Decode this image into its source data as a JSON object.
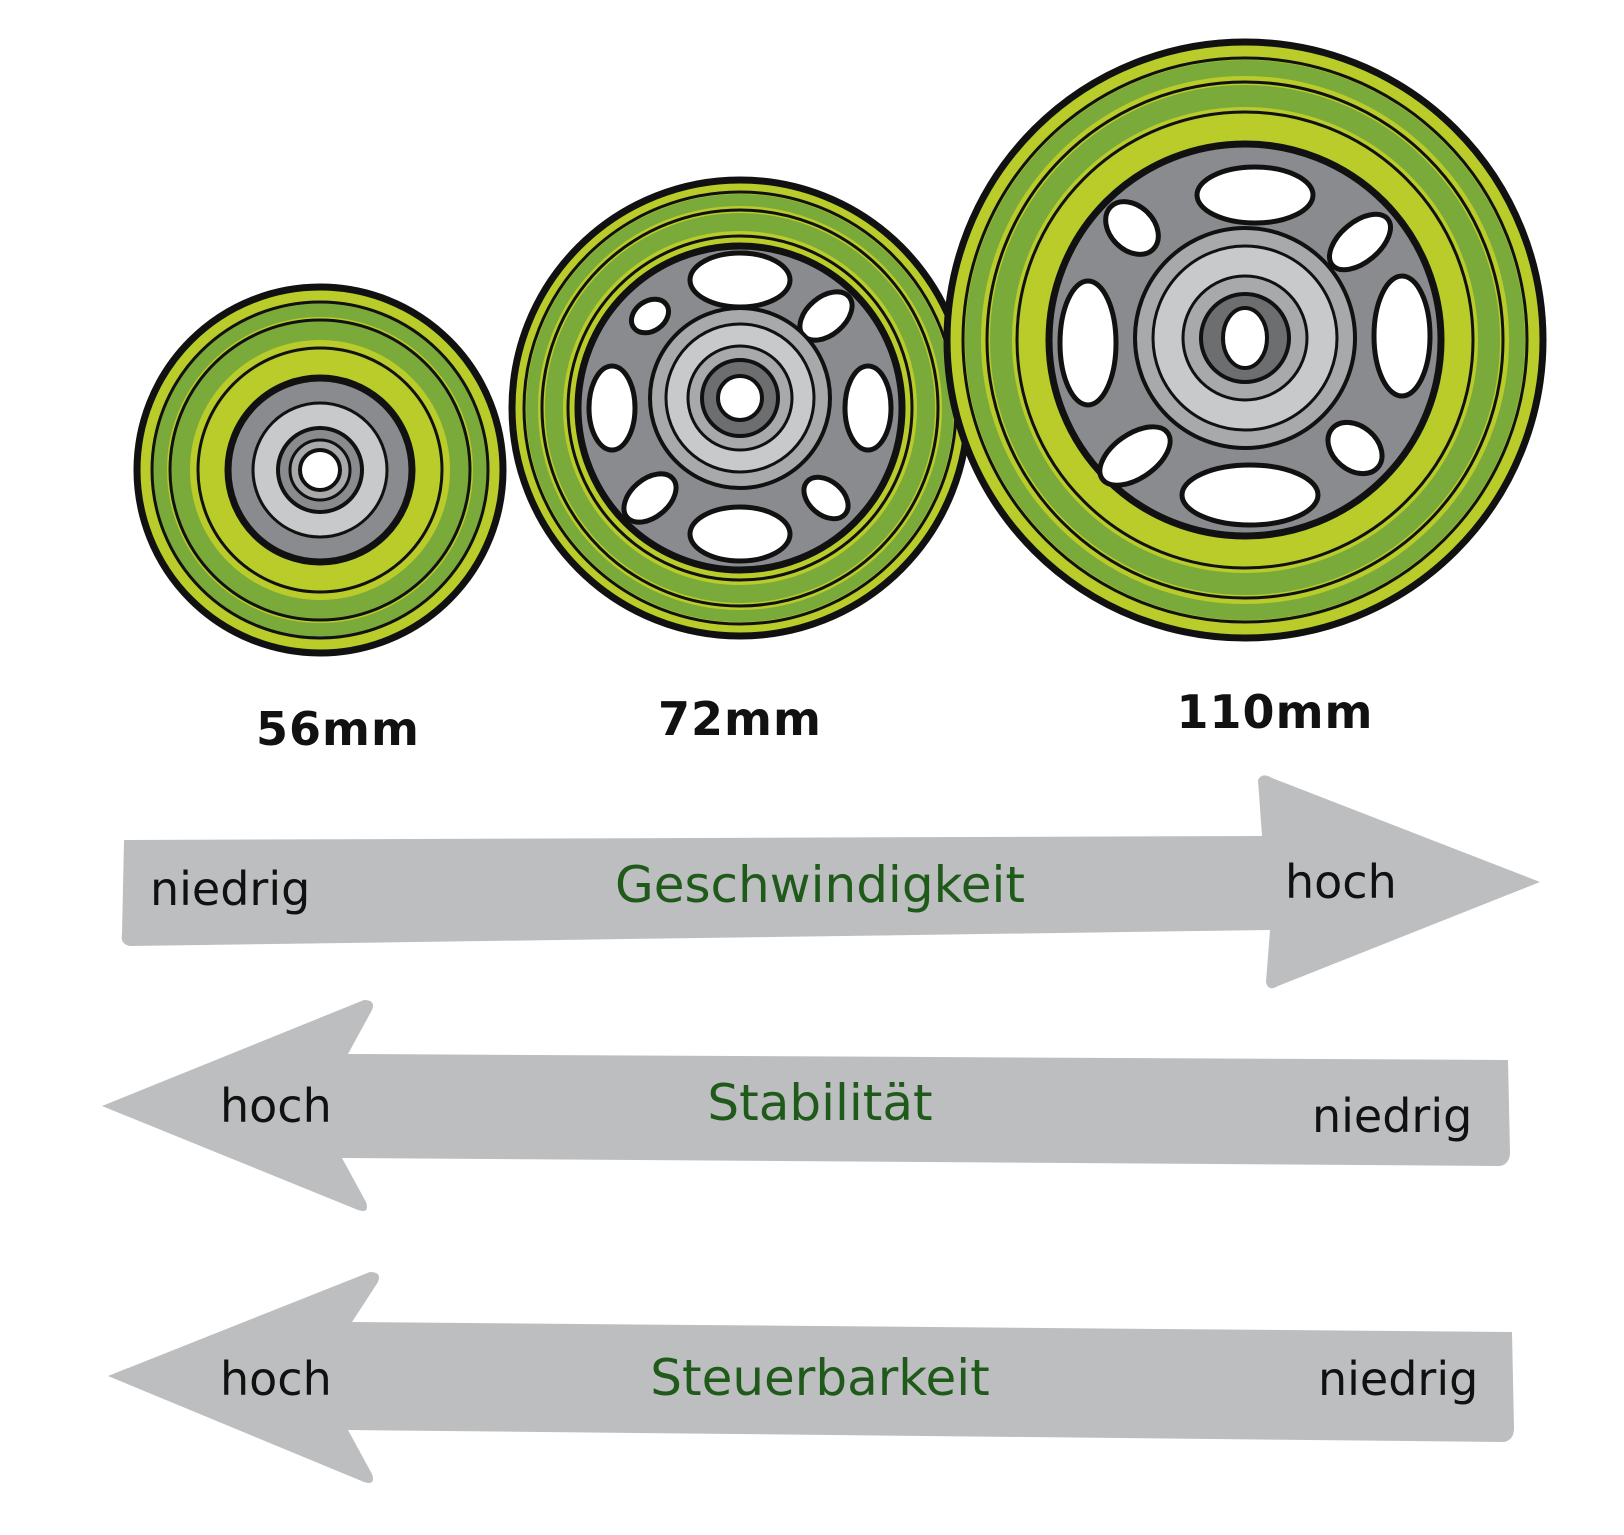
{
  "wheels": [
    {
      "size_label": "56mm",
      "spokes": 0
    },
    {
      "size_label": "72mm",
      "spokes": 8
    },
    {
      "size_label": "110mm",
      "spokes": 8
    }
  ],
  "scales": [
    {
      "title": "Geschwindigkeit",
      "left_label": "niedrig",
      "right_label": "hoch",
      "direction": "right"
    },
    {
      "title": "Stabilität",
      "left_label": "hoch",
      "right_label": "niedrig",
      "direction": "left"
    },
    {
      "title": "Steuerbarkeit",
      "left_label": "hoch",
      "right_label": "niedrig",
      "direction": "left"
    }
  ],
  "colors": {
    "tire_light": "#b9cc2a",
    "tire_dark": "#7aab3a",
    "hub_gray": "#8a8b8e",
    "hub_light": "#c8c9cb",
    "hub_mid": "#a8a9ab",
    "arrow_gray": "#bdbec0",
    "title_green": "#1f5a1a",
    "ink": "#111111"
  }
}
